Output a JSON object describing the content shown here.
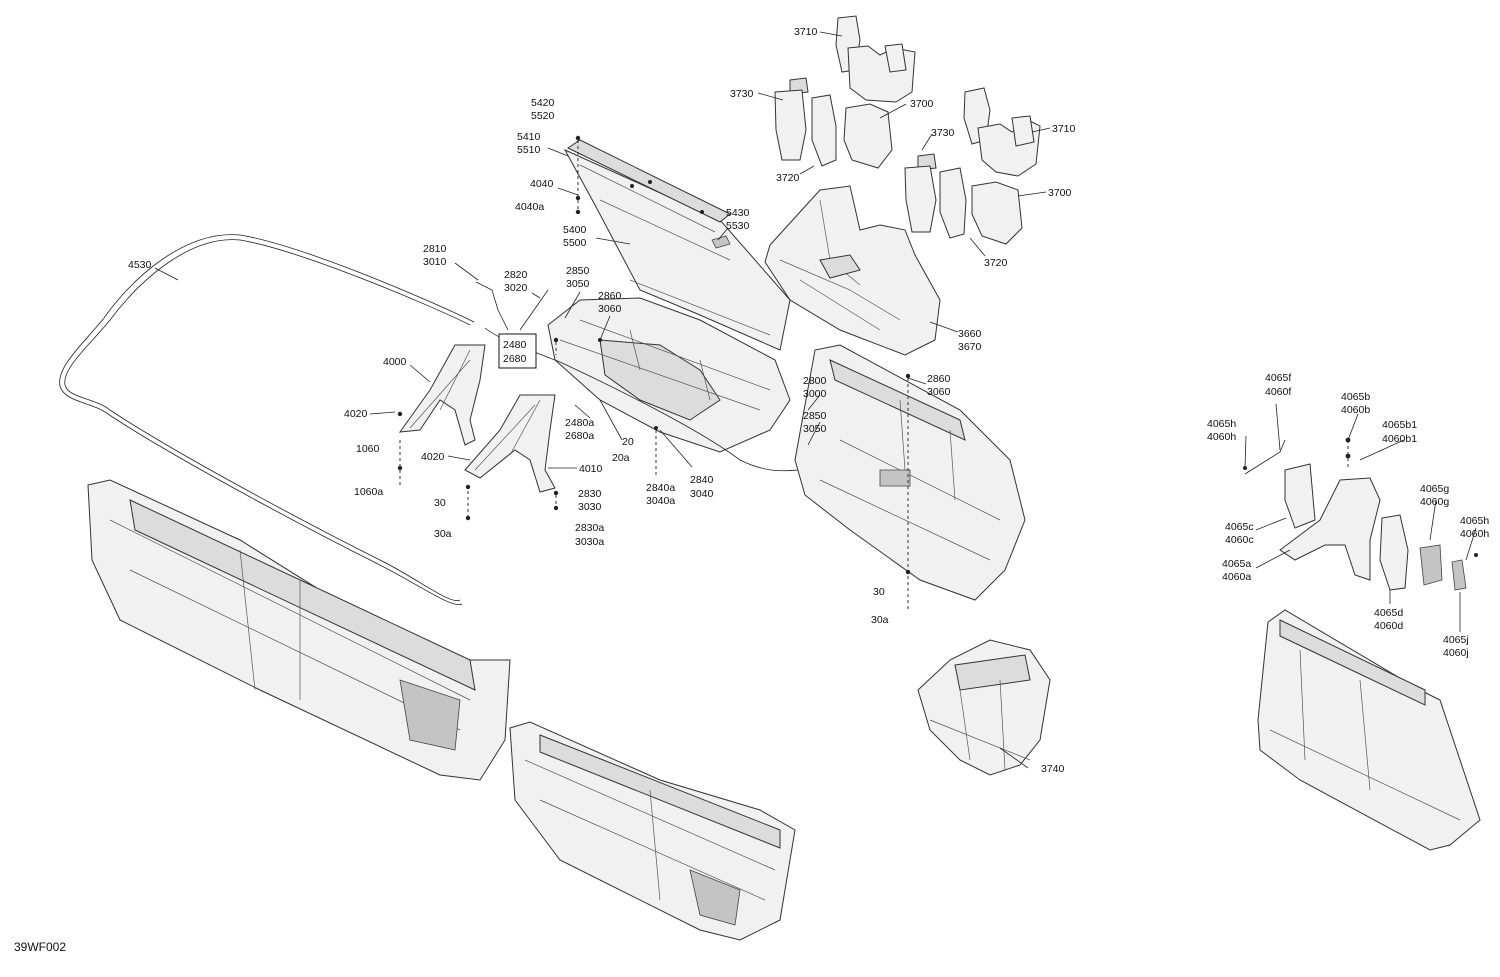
{
  "diagram": {
    "reference": "39WF002",
    "labels": {
      "l3710a": "3710",
      "l3730a": "3730",
      "l3700a": "3700",
      "l3720a": "3720",
      "l3730b": "3730",
      "l3710b": "3710",
      "l3700b": "3700",
      "l3720b": "3720",
      "l3660": "3660",
      "l3670": "3670",
      "l5420": "5420",
      "l5520": "5520",
      "l5410": "5410",
      "l5510": "5510",
      "l4040": "4040",
      "l4040a": "4040a",
      "l5430": "5430",
      "l5530": "5530",
      "l5400": "5400",
      "l5500": "5500",
      "l4530": "4530",
      "l2810": "2810",
      "l3010": "3010",
      "l2820": "2820",
      "l3020": "3020",
      "l2850a": "2850",
      "l3050a": "3050",
      "l2860a": "2860",
      "l3060a": "3060",
      "l2480": "2480",
      "l2680": "2680",
      "l4000": "4000",
      "l4020a": "4020",
      "l1060": "1060",
      "l1060a": "1060a",
      "l4020b": "4020",
      "l4010": "4010",
      "l30a": "30",
      "l30aa": "30a",
      "l2830": "2830",
      "l3030": "3030",
      "l2830a": "2830a",
      "l3030a": "3030a",
      "l2480a": "2480a",
      "l2680a": "2680a",
      "l20": "20",
      "l20a": "20a",
      "l2840a": "2840a",
      "l3040a": "3040a",
      "l2840": "2840",
      "l3040": "3040",
      "l2800": "2800",
      "l3000": "3000",
      "l2850b": "2850",
      "l3050b": "3050",
      "l2860b": "2860",
      "l3060b": "3060",
      "l30b": "30",
      "l30ab": "30a",
      "l3740": "3740",
      "l4065f": "4065f",
      "l4060f": "4060f",
      "l4065b": "4065b",
      "l4060b": "4060b",
      "l4065h1": "4065h",
      "l4060h1": "4060h",
      "l4065b1": "4065b1",
      "l4060b1": "4060b1",
      "l4065g": "4065g",
      "l4060g": "4060g",
      "l4065c": "4065c",
      "l4060c": "4060c",
      "l4065h2": "4065h",
      "l4060h2": "4060h",
      "l4065a": "4065a",
      "l4060a": "4060a",
      "l4065d": "4065d",
      "l4060d": "4060d",
      "l4065j": "4065j",
      "l4060j": "4060j"
    }
  }
}
